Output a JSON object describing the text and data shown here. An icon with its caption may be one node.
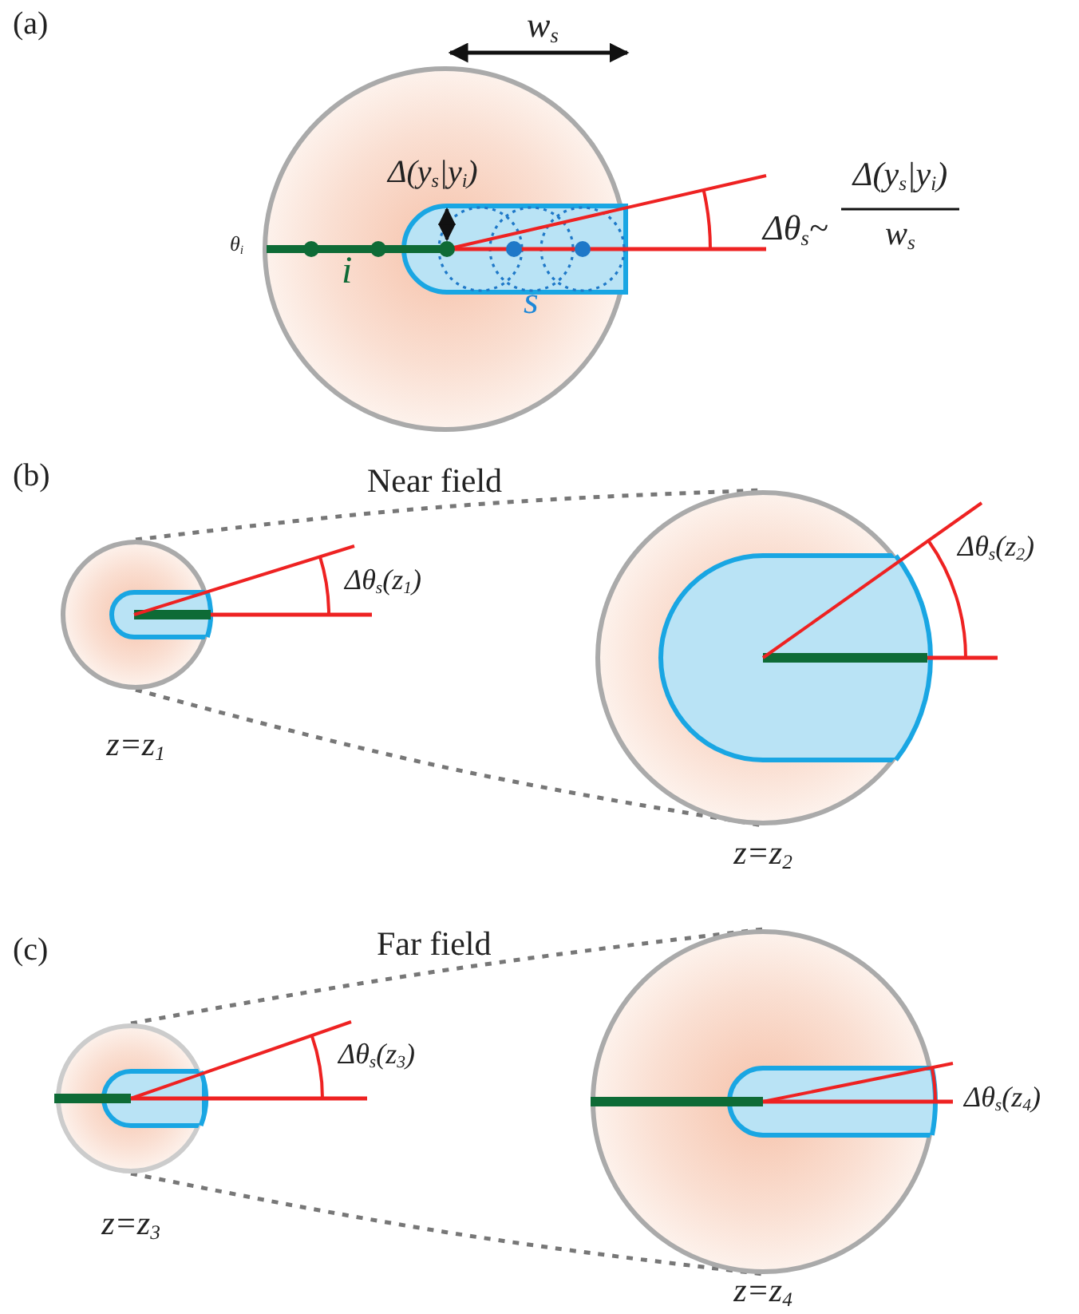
{
  "diagram": {
    "nodes": [
      {
        "text": [],
        "shape": "circle",
        "beside": [
          "z=z$_{1}$"
        ]
      },
      {
        "text": [],
        "shape": "circle",
        "beside": [
          "z=z$_{2}$"
        ]
      },
      {
        "text": [],
        "shape": "circle",
        "beside": [
          "z=z$_{3}$"
        ]
      },
      {
        "text": [],
        "shape": "circle",
        "beside": [
          "z=z$_{4}$"
        ]
      }
    ],
    "edges": [
      {
        "from": 0,
        "to": 1,
        "arrow": "none",
        "style": "dashed"
      },
      {
        "from": 0,
        "to": 1,
        "arrow": "none",
        "style": "dashed"
      },
      {
        "from": 2,
        "to": 3,
        "arrow": "none",
        "style": "dashed"
      },
      {
        "from": 2,
        "to": 3,
        "arrow": "none",
        "style": "dashed"
      }
    ],
    "labels": [
      "(a)",
      "w$_{s}$",
      "Δ(y$_{s}$|y$_{i}$)",
      "θ$_{i}$",
      "i",
      "s",
      "Δθ$_{s}$~",
      "Δ(y$_{s}$|y$_{i}$)",
      "w$_{s}$",
      "(b)",
      "Near field",
      "Δθ$_{s}$(z$_{1}$)",
      "Δθ$_{s}$(z$_{2}$)",
      "(c)",
      "Far field",
      "Δθ$_{s}$(z$_{3}$)",
      "Δθ$_{s}$(z$_{4}$)"
    ]
  }
}
